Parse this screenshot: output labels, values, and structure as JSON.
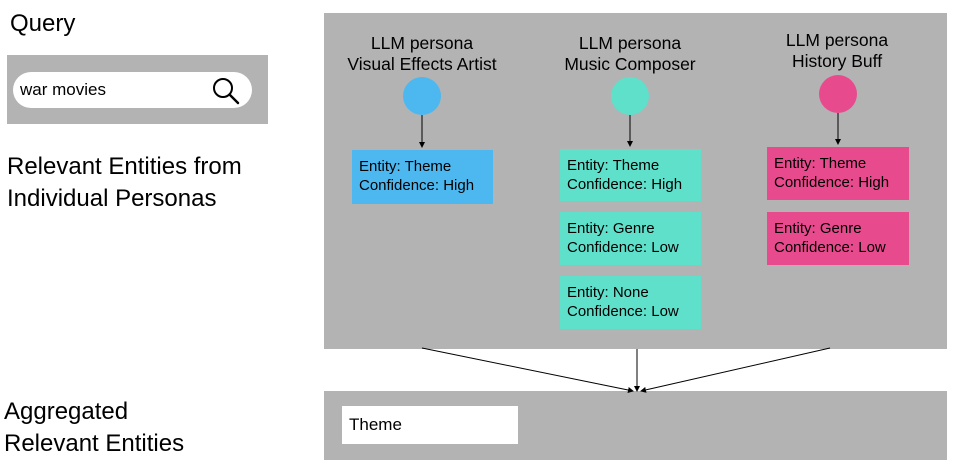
{
  "labels": {
    "query": "Query",
    "relevant_entities": [
      "Relevant Entities from",
      "Individual Personas"
    ],
    "aggregated": [
      "Aggregated",
      "Relevant Entities"
    ]
  },
  "search": {
    "value": "war movies",
    "icon": "search-icon"
  },
  "personas": [
    {
      "title": [
        "LLM persona",
        "Visual Effects Artist"
      ],
      "color": "#4db8f0",
      "entities": [
        {
          "entity": "Entity: Theme",
          "confidence": "Confidence: High"
        }
      ]
    },
    {
      "title": [
        "LLM persona",
        "Music Composer"
      ],
      "color": "#5ee0cb",
      "entities": [
        {
          "entity": "Entity: Theme",
          "confidence": "Confidence: High"
        },
        {
          "entity": "Entity: Genre",
          "confidence": "Confidence: Low"
        },
        {
          "entity": "Entity: None",
          "confidence": "Confidence: Low"
        }
      ]
    },
    {
      "title": [
        "LLM persona",
        "History Buff"
      ],
      "color": "#e84a8e",
      "entities": [
        {
          "entity": "Entity: Theme",
          "confidence": "Confidence: High"
        },
        {
          "entity": "Entity: Genre",
          "confidence": "Confidence: Low"
        }
      ]
    }
  ],
  "aggregated_result": "Theme"
}
